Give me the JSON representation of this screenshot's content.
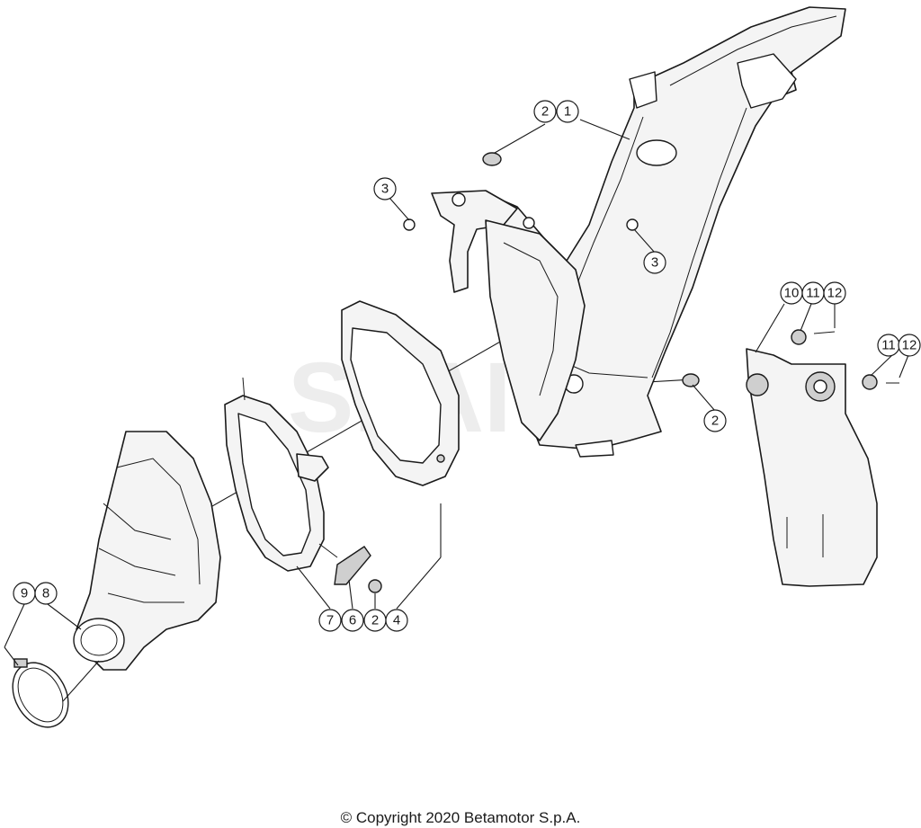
{
  "diagram": {
    "watermark": "SPAI",
    "callouts": [
      {
        "id": "c-2-top",
        "label": "2"
      },
      {
        "id": "c-1",
        "label": "1"
      },
      {
        "id": "c-3-left",
        "label": "3"
      },
      {
        "id": "c-3-right",
        "label": "3"
      },
      {
        "id": "c-10",
        "label": "10"
      },
      {
        "id": "c-11-top",
        "label": "11"
      },
      {
        "id": "c-12-top",
        "label": "12"
      },
      {
        "id": "c-11-mid",
        "label": "11"
      },
      {
        "id": "c-12-mid",
        "label": "12"
      },
      {
        "id": "c-2-right",
        "label": "2"
      },
      {
        "id": "c-9",
        "label": "9"
      },
      {
        "id": "c-8",
        "label": "8"
      },
      {
        "id": "c-7",
        "label": "7"
      },
      {
        "id": "c-6",
        "label": "6"
      },
      {
        "id": "c-2-bottom",
        "label": "2"
      },
      {
        "id": "c-4",
        "label": "4"
      }
    ]
  },
  "footer": {
    "copyright": "© Copyright 2020 Betamotor S.p.A."
  }
}
